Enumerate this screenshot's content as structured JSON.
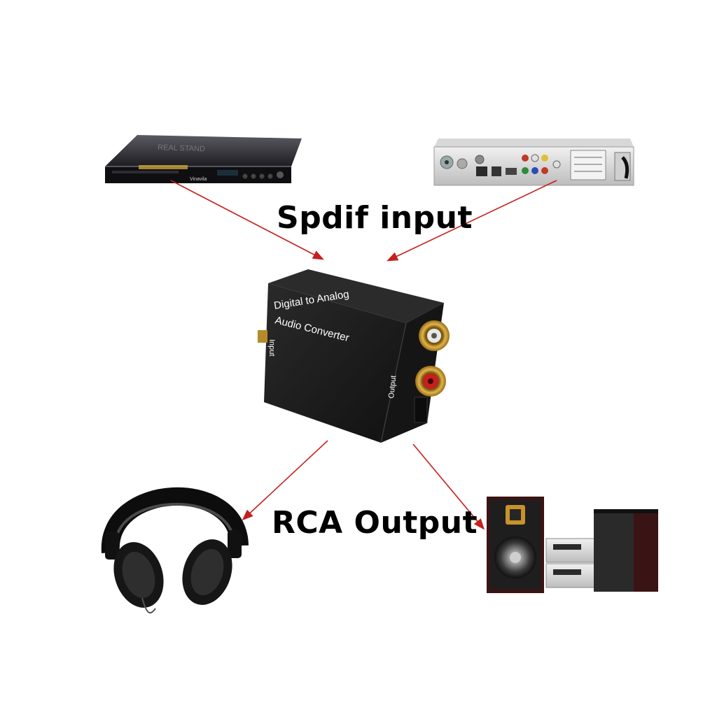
{
  "labels": {
    "spdif_input": "Spdif input",
    "rca_output": "RCA Output"
  },
  "converter": {
    "title_line1": "Digital to Analog",
    "title_line2": "Audio Converter",
    "input_port": "Input",
    "output_port": "Output"
  },
  "devices": {
    "dvd_player_brand": "Vinavila",
    "dvd_player_top_text": "REAL STAND"
  },
  "colors": {
    "arrow": "#c4201c",
    "converter_body": "#1c1c1c",
    "gold": "#c89a2a",
    "rca_red": "#c81e1e",
    "background": "#ffffff"
  }
}
